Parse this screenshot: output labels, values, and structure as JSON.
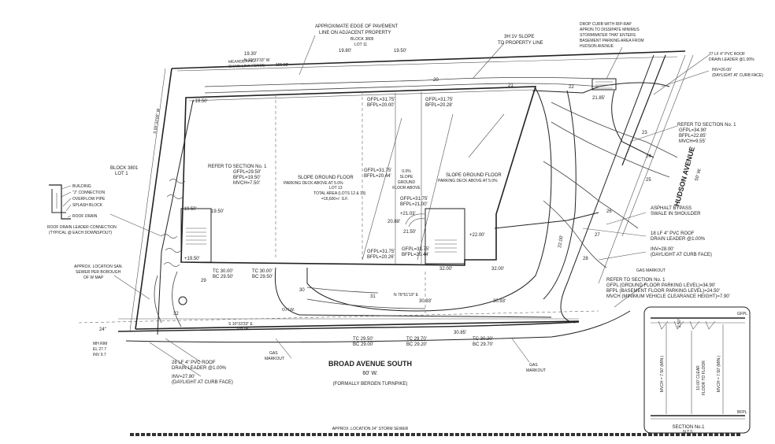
{
  "notes": {
    "pavement_edge": [
      "APPROXIMATE EDGE OF PAVEMENT",
      "LINE ON ADJACENT PROPERTY"
    ],
    "block3805": [
      "BLOCK 3805",
      "LOT 11"
    ],
    "slope_note": [
      "3H:1V SLOPE",
      "TO PROPERTY LINE"
    ],
    "curb_note": [
      "DROP CURB WITH RIP-RAP",
      "APRON TO DISSIPATE MINIMUS",
      "STORMWATER THAT ENTERS",
      "BASEMENT PARKING AREA FROM",
      "HUDSON AVENUE"
    ],
    "roof_drain_top": [
      "27 LF 4\" PVC ROOF",
      "DRAIN LEADER @1.00%"
    ],
    "inv_top": [
      "INV=20.00'",
      "(DAYLIGHT AT CURB FACE)"
    ],
    "fence": [
      "MEANDERING",
      "CHAIN LINK FENCE"
    ],
    "refer_right1": [
      "REFER TO SECTION No. 1",
      "GFPL=34.90'",
      "BFPL=22.85'",
      "MVCH=9.55'"
    ],
    "refer_left": [
      "REFER TO SECTION No. 1",
      "GFPL=29.50'",
      "BFPL=19.50'",
      "MVCH=7.50'"
    ],
    "slope_ground_left": [
      "SLOPE GROUND FLOOR",
      "PARKING DECK ABOVE AT 5.0%"
    ],
    "slope_ground_right": [
      "SLOPE GROUND FLOOR",
      "PARKING DECK ABOVE AT 5.0%"
    ],
    "ground_floor_above": [
      "0.0%",
      "SLOPE",
      "GROUND",
      "FLOOR ABOVE"
    ],
    "lot13": [
      "LOT 13",
      "TOTAL AREA (LOTS 12 & 13)",
      "=16,600+/- S.F."
    ],
    "block3801": [
      "BLOCK 3801",
      "LOT 1"
    ],
    "bypass": [
      "ASPHALT BYPASS",
      "SWALE IN SHOULDER"
    ],
    "roof_drain_right": [
      "18 LF 4\" PVC ROOF",
      "DRAIN LEADER @1.00%"
    ],
    "inv_right": [
      "INV=28.00'",
      "(DAYLIGHT AT CURB FACE)"
    ],
    "gas_markout_right": "GAS MARKOUT",
    "refer_right2": [
      "REFER TO SECTION No. 1",
      "GFPL (GROUND FLOOR PARKING LEVEL)=34.90'",
      "BFPL (BASEMENT FLOOR PARKING LEVEL)=24.50'",
      "MVCH (MINIMUM VEHICLE CLEARANCE HEIGHT)=7.90'"
    ],
    "sewer": [
      "APPROX. LOCATION SAN.",
      "SEWER PER BOROUGH",
      "OF W MAP"
    ],
    "mh": [
      "MH RIM",
      "EL 27.7",
      "INV 9.7"
    ],
    "roof_drain_bottom": [
      "28 LF 4\" PVC ROOF",
      "DRAIN LEADER @1.00%"
    ],
    "inv_bottom": [
      "INV=27.80'",
      "(DAYLIGHT AT CURB FACE)"
    ],
    "gas_markout_mid": [
      "GAS",
      "MARKOUT"
    ],
    "gas_markout_low": [
      "GAS",
      "MARKOUT"
    ],
    "storm_sewer": "APPROX. LOCATION 24\" STORM SEWER",
    "ohw": "O.H.W."
  },
  "roads": {
    "broad_name": "BROAD AVENUE SOUTH",
    "broad_width": "60' W.",
    "broad_formerly": "(FORMALLY BERGEN TURNPIKE)",
    "hudson_name": "HUDSON AVENUE",
    "hudson_width": "50' W."
  },
  "detail": {
    "building": "BUILDING",
    "connection": "\"J\" CONNECTION",
    "overflow": "OVERFLOW PIPE",
    "splash": "SPLASH BLOCK",
    "roof_drain": "ROOF DRAIN",
    "title": [
      "ROOF DRAIN LEADER CONNECTION",
      "(TYPICAL @ EACH DOWNSPOUT)"
    ]
  },
  "section": {
    "gfpl": "GFPL",
    "bfpl": "BFPL",
    "dim_top": "2.50'",
    "clear": [
      "10.00' CLEAR",
      "FLOOR TO FLOOR"
    ],
    "mvch_left": "MVCH = 7.50' (MIN.)",
    "mvch_right": "MVCH = 7.50' (MIN.)",
    "title": "SECTION No.1",
    "nts": "N.T.S."
  },
  "bearings": {
    "north": "N 10°33'33\" W",
    "north_dist": "105.58'",
    "south": "S 10°33'33\" E",
    "south_dist": "105.04'",
    "left": "S 85°33'00\" W",
    "west_mid": "N 76°51'19\" E"
  },
  "elevations": {
    "top_19_30": "19.30'",
    "top_19_80": "19.80'",
    "top_19_50": "19.50'",
    "c1950a": "+19.50'",
    "c1950b": "+19.50'",
    "c1950c": "19.50'",
    "c1950d": "+19.50'",
    "c2185": "21.85'",
    "gfpl_a": "GFPL=31.75'",
    "bfpl_a": "BFPL=20.00'",
    "gfpl_b": "GFPL=31.75'",
    "bfpl_b": "BFPL=20.28'",
    "gfpl_c": "GFPL=31.75'",
    "bfpl_c": "BFPL=20.44'",
    "gfpl_d": "GFPL=31.75'",
    "bfpl_d": "BFPL=21.00'",
    "gfpl_e": "GFPL=31.75'",
    "bfpl_e": "BFPL=20.26'",
    "gfpl_f": "GFPL=31.75'",
    "bfpl_f": "BFPL=20.44'",
    "e2103": "+21.03'",
    "e2088": "20.88'",
    "e2150": "21.50'",
    "e2200": "+22.00'",
    "e2200v": "22.00'",
    "e3200a": "32.00'",
    "e3200b": "32.00'",
    "e3093a": "30.93'",
    "e3093b": "30.93'",
    "e3085": "30.85'",
    "tc1": "TC 30.00'",
    "bc1": "BC 29.50'",
    "tc2": "TC 30.00'",
    "bc2": "BC 29.50'",
    "tc3": "TC 29.50'",
    "bc3": "BC 29.00'",
    "tc4": "TC 29.70'",
    "bc4": "BC 29.20'",
    "tc5": "TC 30.20'",
    "bc5": "BC 29.70'",
    "pipe24": "24\"",
    "c20": "20",
    "c21": "21",
    "c22": "22",
    "c23": "23",
    "c24": "24",
    "c25": "25",
    "c26": "26",
    "c27": "27",
    "c28": "28",
    "c29": "29",
    "c30": "30",
    "c31": "31",
    "c32": "32"
  }
}
